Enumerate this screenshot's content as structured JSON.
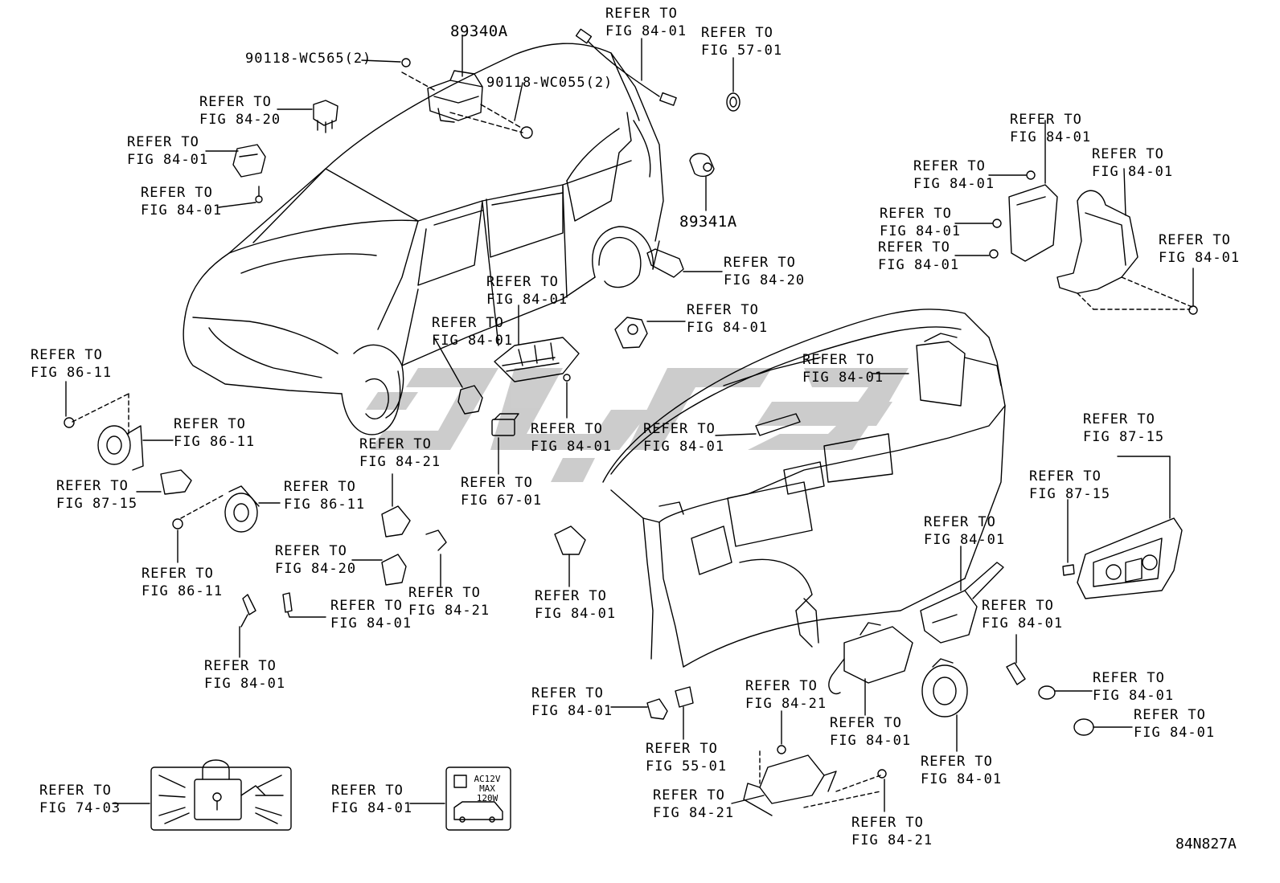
{
  "diagram_code": "84N827A",
  "part_numbers": {
    "p89340a": "89340A",
    "p89341a": "89341A",
    "bolt_wc565": "90118-WC565(2)",
    "bolt_wc055": "90118-WC055(2)"
  },
  "refer": "REFER TO",
  "refs": {
    "r01": "FIG 84-01",
    "r02": "FIG 57-01",
    "r03": "FIG 84-20",
    "r04": "FIG 84-01",
    "r05": "FIG 84-01",
    "r06": "FIG 84-01",
    "r07": "FIG 84-01",
    "r08": "FIG 84-01",
    "r09": "FIG 84-01",
    "r10": "FIG 84-01",
    "r11": "FIG 84-01",
    "r12": "FIG 84-20",
    "r13": "FIG 84-01",
    "r14": "FIG 84-01",
    "r15": "FIG 84-01",
    "r16": "FIG 86-11",
    "r17": "FIG 86-11",
    "r18": "FIG 84-01",
    "r19": "FIG 84-01",
    "r20": "FIG 84-01",
    "r21": "FIG 87-15",
    "r22": "FIG 84-21",
    "r23": "FIG 67-01",
    "r24": "FIG 86-11",
    "r25": "FIG 87-15",
    "r26": "FIG 87-15",
    "r27": "FIG 86-11",
    "r28": "FIG 84-20",
    "r29": "FIG 84-21",
    "r30": "FIG 84-01",
    "r31": "FIG 84-01",
    "r32": "FIG 84-01",
    "r33": "FIG 84-01",
    "r34": "FIG 84-01",
    "r35": "FIG 84-01",
    "r36": "FIG 84-21",
    "r37": "FIG 84-01",
    "r38": "FIG 84-01",
    "r39": "FIG 55-01",
    "r40": "FIG 84-01",
    "r41": "FIG 84-01",
    "r42": "FIG 74-03",
    "r43": "FIG 84-01",
    "r44": "FIG 84-21",
    "r45": "FIG 84-21"
  },
  "label_12v": {
    "line1": "AC12V",
    "line2": "MAX",
    "line3": "120W"
  },
  "colors": {
    "ink": "#000000",
    "watermark": "#bdbdbd",
    "background": "#ffffff"
  },
  "icons": [
    "car-outline",
    "instrument-panel",
    "horn",
    "switch",
    "sensor",
    "ecu",
    "combination-switch",
    "spiral-cable",
    "door-lock-warning-label",
    "power-outlet-label",
    "watermark-logo"
  ]
}
